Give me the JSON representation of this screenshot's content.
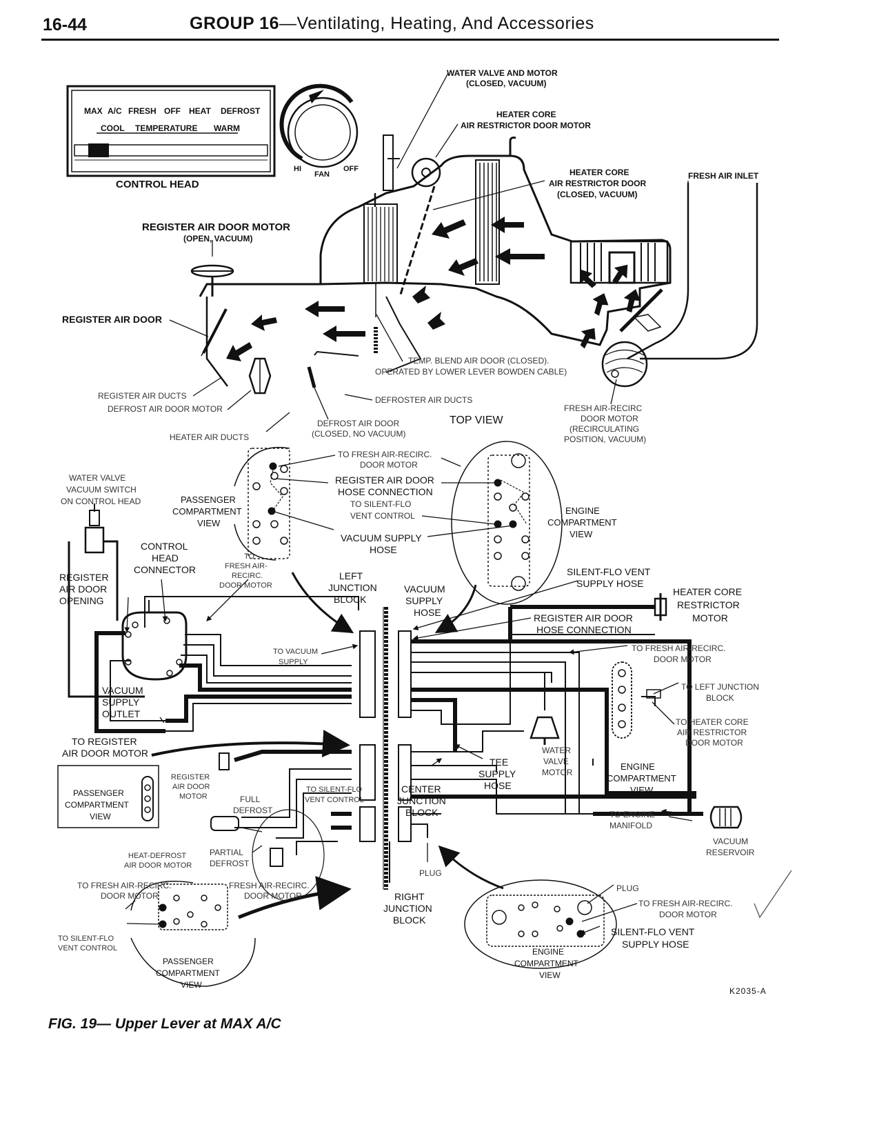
{
  "header": {
    "page_number": "16-44",
    "group": "GROUP 16",
    "title": "—Ventilating, Heating, And Accessories"
  },
  "control_head": {
    "buttons": [
      "MAX",
      "A/C",
      "FRESH",
      "OFF",
      "HEAT",
      "DEFROST"
    ],
    "temp_cool": "COOL",
    "temp_label": "TEMPERATURE",
    "temp_warm": "WARM",
    "caption": "CONTROL HEAD",
    "fan_hi": "HI",
    "fan_label": "FAN",
    "fan_off": "OFF"
  },
  "labels": {
    "water_valve_motor_1": "WATER VALVE AND MOTOR",
    "water_valve_motor_2": "(CLOSED, VACUUM)",
    "heater_core_motor_1": "HEATER CORE",
    "heater_core_motor_2": "AIR RESTRICTOR DOOR MOTOR",
    "heater_core_door_1": "HEATER CORE",
    "heater_core_door_2": "AIR RESTRICTOR DOOR",
    "heater_core_door_3": "(CLOSED, VACUUM)",
    "fresh_air_inlet": "FRESH AIR INLET",
    "register_motor_1": "REGISTER AIR DOOR MOTOR",
    "register_motor_2": "(OPEN, VACUUM)",
    "register_air_door": "REGISTER AIR DOOR",
    "temp_blend_1": "TEMP. BLEND AIR DOOR (CLOSED).",
    "temp_blend_2": "OPERATED BY LOWER LEVER BOWDEN CABLE)",
    "register_air_ducts": "REGISTER AIR DUCTS",
    "defrost_door_motor": "DEFROST AIR DOOR MOTOR",
    "defroster_air_ducts": "DEFROSTER AIR DUCTS",
    "heater_air_ducts": "HEATER AIR DUCTS",
    "defrost_air_door_1": "DEFROST AIR DOOR",
    "defrost_air_door_2": "(CLOSED, NO VACUUM)",
    "top_view": "TOP VIEW",
    "fresh_recirc_1": "FRESH AIR-RECIRC",
    "fresh_recirc_2": "DOOR MOTOR",
    "fresh_recirc_3": "(RECIRCULATING",
    "fresh_recirc_4": "POSITION, VACUUM)",
    "to_fresh_1": "TO FRESH AIR-RECIRC.",
    "to_fresh_2": "DOOR MOTOR",
    "reg_hose_1": "REGISTER AIR DOOR",
    "reg_hose_2": "HOSE CONNECTION",
    "to_silent_1": "TO SILENT-FLO",
    "to_silent_2": "VENT CONTROL",
    "vac_supply_1": "VACUUM SUPPLY",
    "vac_supply_2": "HOSE",
    "water_switch_1": "WATER VALVE",
    "water_switch_2": "VACUUM SWITCH",
    "water_switch_3": "ON CONTROL HEAD",
    "pass_view_1": "PASSENGER",
    "pass_view_2": "COMPARTMENT",
    "pass_view_3": "VIEW",
    "eng_view_1": "ENGINE",
    "eng_view_2": "COMPARTMENT",
    "eng_view_3": "VIEW",
    "ctrl_conn_1": "CONTROL",
    "ctrl_conn_2": "HEAD",
    "ctrl_conn_3": "CONNECTOR",
    "to_fresh_small_1": "TO",
    "to_fresh_small_2": "FRESH AIR-",
    "to_fresh_small_3": "RECIRC.",
    "to_fresh_small_4": "DOOR MOTOR",
    "reg_opening_1": "REGISTER",
    "reg_opening_2": "AIR DOOR",
    "reg_opening_3": "OPENING",
    "left_jb_1": "LEFT",
    "left_jb_2": "JUNCTION",
    "left_jb_3": "BLOCK",
    "vac_hose_1": "VACUUM",
    "vac_hose_2": "SUPPLY",
    "vac_hose_3": "HOSE",
    "silent_supply_1": "SILENT-FLO VENT",
    "silent_supply_2": "SUPPLY HOSE",
    "hc_restrictor_1": "HEATER CORE",
    "hc_restrictor_2": "RESTRICTOR",
    "hc_restrictor_3": "MOTOR",
    "reg_hose_b_1": "REGISTER AIR DOOR",
    "reg_hose_b_2": "HOSE CONNECTION",
    "to_vac_supply_1": "TO VACUUM",
    "to_vac_supply_2": "SUPPLY",
    "to_fresh_r_1": "TO FRESH AIR-RECIRC.",
    "to_fresh_r_2": "DOOR MOTOR",
    "to_left_jb_1": "TO LEFT JUNCTION",
    "to_left_jb_2": "BLOCK",
    "to_hc_1": "TO HEATER CORE",
    "to_hc_2": "AIR RESTRICTOR",
    "to_hc_3": "DOOR MOTOR",
    "vac_outlet_1": "VACUUM",
    "vac_outlet_2": "SUPPLY",
    "vac_outlet_3": "OUTLET",
    "to_reg_motor_1": "TO REGISTER",
    "to_reg_motor_2": "AIR DOOR MOTOR",
    "water_motor_1": "WATER",
    "water_motor_2": "VALVE",
    "water_motor_3": "MOTOR",
    "tee_1": "TEE",
    "tee_2": "SUPPLY",
    "tee_3": "HOSE",
    "center_jb_1": "CENTER",
    "center_jb_2": "JUNCTION",
    "center_jb_3": "BLOCK",
    "reg_motor_s_1": "REGISTER",
    "reg_motor_s_2": "AIR DOOR",
    "reg_motor_s_3": "MOTOR",
    "to_silent_c_1": "TO SILENT-FLO",
    "to_silent_c_2": "VENT CONTROL",
    "full_defrost_1": "FULL",
    "full_defrost_2": "DEFROST",
    "to_engine_1": "TO ENGINE",
    "to_engine_2": "MANIFOLD",
    "vac_res_1": "VACUUM",
    "vac_res_2": "RESERVOIR",
    "heat_def_1": "HEAT-DEFROST",
    "heat_def_2": "AIR DOOR MOTOR",
    "partial_1": "PARTIAL",
    "partial_2": "DEFROST",
    "plug_1": "PLUG",
    "to_fresh_b_1": "TO FRESH AIR-RECIRC.",
    "to_fresh_b_2": "DOOR MOTOR",
    "fresh_b_1": "FRESH AIR-RECIRC.",
    "fresh_b_2": "DOOR MOTOR",
    "right_jb_1": "RIGHT",
    "right_jb_2": "JUNCTION",
    "right_jb_3": "BLOCK",
    "plug_2": "PLUG",
    "to_fresh_br_1": "TO FRESH AIR-RECIRC.",
    "to_fresh_br_2": "DOOR MOTOR",
    "silent_b_1": "SILENT-FLO VENT",
    "silent_b_2": "SUPPLY HOSE",
    "to_silent_b_1": "TO SILENT-FLO",
    "to_silent_b_2": "VENT CONTROL"
  },
  "figure_code": "K2035-A",
  "caption": "FIG. 19— Upper Lever at MAX A/C"
}
